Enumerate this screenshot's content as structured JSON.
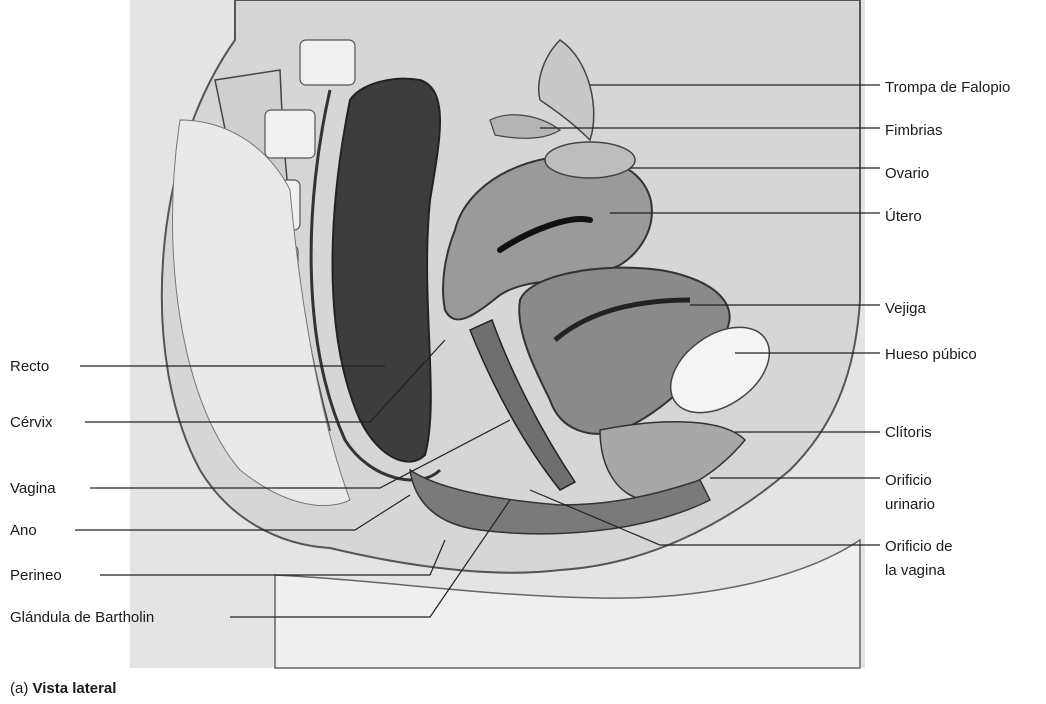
{
  "labels": {
    "trompa": "Trompa de Falopio",
    "fimbrias": "Fimbrias",
    "ovario": "Ovario",
    "utero": "Útero",
    "vejiga": "Vejiga",
    "hueso": "Hueso púbico",
    "clitoris": "Clítoris",
    "orificio_urinario_1": "Orificio",
    "orificio_urinario_2": "urinario",
    "orificio_vagina_1": "Orificio de",
    "orificio_vagina_2": "la vagina",
    "recto": "Recto",
    "cervix": "Cérvix",
    "vagina": "Vagina",
    "ano": "Ano",
    "perineo": "Perineo",
    "bartholin": "Glándula de Bartholin"
  },
  "caption": {
    "prefix": "(a) ",
    "title": "Vista lateral"
  }
}
